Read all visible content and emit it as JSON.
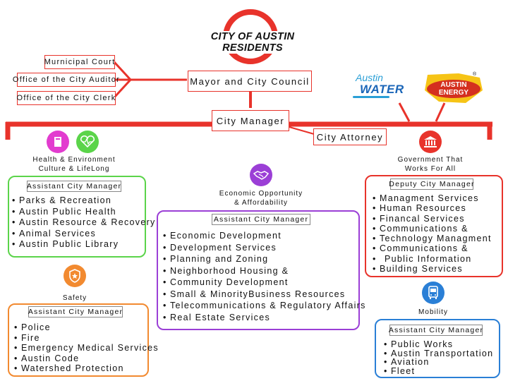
{
  "title": "CITY OF AUSTIN RESIDENTS",
  "courts": [
    "Murnicipal Court",
    "Office of the City Auditor",
    "Office of the City Clerk"
  ],
  "mayor": "Mayor and City Council",
  "city_manager": "City Manager",
  "city_attorney": "City Attorney",
  "logos": {
    "water_top": "Austin",
    "water_bottom": "WATER",
    "energy_top": "AUSTIN",
    "energy_bottom": "ENERGY",
    "reg": "®"
  },
  "health": {
    "category_line1": "Health & Environment",
    "category_line2": "Culture & LifeLong",
    "header": "Assistant City Manager",
    "items": [
      "Parks & Recreation",
      "Austin Public Health",
      "Austin Resource & Recovery",
      "Animal Services",
      "Austin Public Library"
    ],
    "color": "#5bd44a"
  },
  "safety": {
    "category": "Safety",
    "header": "Assistant City Manager",
    "items": [
      "Police",
      "Fire",
      "Emergency Medical Services",
      "Austin Code",
      "Watershed Protection"
    ],
    "color": "#f28a30"
  },
  "economic": {
    "category_line1": "Economic Opportunity",
    "category_line2": "& Affordability",
    "header": "Assistant City Manager",
    "items": [
      "Economic Development",
      "Development Services",
      "Planning and Zoning",
      "Neighborhood Housing &",
      "Community Development",
      "Small & MinorityBusiness Resources",
      "Telecommunications & Regulatory Affairs",
      "Real Estate Services"
    ],
    "color": "#9b3fd6"
  },
  "government": {
    "category_line1": "Government That",
    "category_line2": "Works For All",
    "header": "Deputy City Manager",
    "items": [
      "Managment Services",
      "Human Resources",
      "Financal Services",
      "Communications &",
      "Technology Managment",
      "Communications &",
      "Public Information",
      "Building Services"
    ],
    "color": "#e8332b"
  },
  "mobility": {
    "category": "Mobility",
    "header": "Assistant City Manager",
    "items": [
      "Public Works",
      "Austin Transportation",
      "Aviation",
      "Fleet"
    ],
    "color": "#2a7fd6"
  },
  "colors": {
    "accent": "#e8332b",
    "health_pink": "#e23ccf",
    "health_green": "#5bd44a",
    "safety_orange": "#f28a30",
    "economic_purple": "#9b3fd6",
    "gov_red": "#e8332b",
    "mobility_blue": "#2a7fd6"
  },
  "icons": [
    "book-icon",
    "heartbeat-icon",
    "handshake-icon",
    "government-building-icon",
    "police-badge-icon",
    "bus-icon"
  ]
}
